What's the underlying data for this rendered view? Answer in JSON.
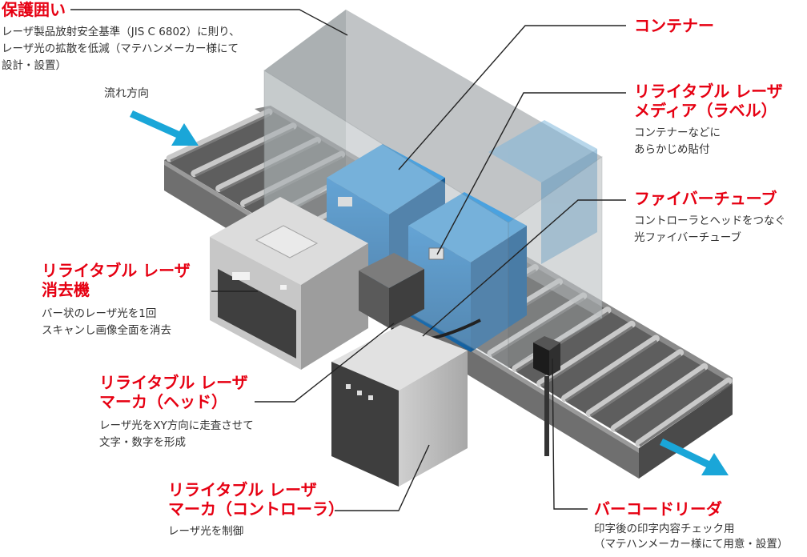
{
  "colors": {
    "accent": "#e60012",
    "arrow": "#1aa6d8",
    "box_blue": "#1e78c3",
    "text": "#333333"
  },
  "labels": {
    "enclosure": {
      "title": "保護囲い",
      "desc": [
        "レーザ製品放射安全基準（JIS C 6802）に則り、",
        "レーザ光の拡散を低減（マテハンメーカー様にて",
        "設計・設置）"
      ]
    },
    "flow": {
      "text": "流れ方向"
    },
    "container": {
      "title": "コンテナー"
    },
    "media": {
      "title": [
        "リライタブル レーザ",
        "メディア（ラベル）"
      ],
      "desc": [
        "コンテナーなどに",
        "あらかじめ貼付"
      ]
    },
    "fiber": {
      "title": "ファイバーチューブ",
      "desc": [
        "コントローラとヘッドをつなぐ",
        "光ファイバーチューブ"
      ]
    },
    "eraser": {
      "title": [
        "リライタブル レーザ",
        "消去機"
      ],
      "desc": [
        "バー状のレーザ光を1回",
        "スキャンし画像全面を消去"
      ]
    },
    "head": {
      "title": [
        "リライタブル レーザ",
        "マーカ（ヘッド）"
      ],
      "desc": [
        "レーザ光をXY方向に走査させて",
        "文字・数字を形成"
      ]
    },
    "controller": {
      "title": [
        "リライタブル レーザ",
        "マーカ（コントローラ）"
      ],
      "desc": [
        "レーザ光を制御"
      ]
    },
    "barcode": {
      "title": "バーコードリーダ",
      "desc": [
        "印字後の印字内容チェック用",
        "（マテハンメーカー様にて用意・設置）"
      ]
    }
  }
}
